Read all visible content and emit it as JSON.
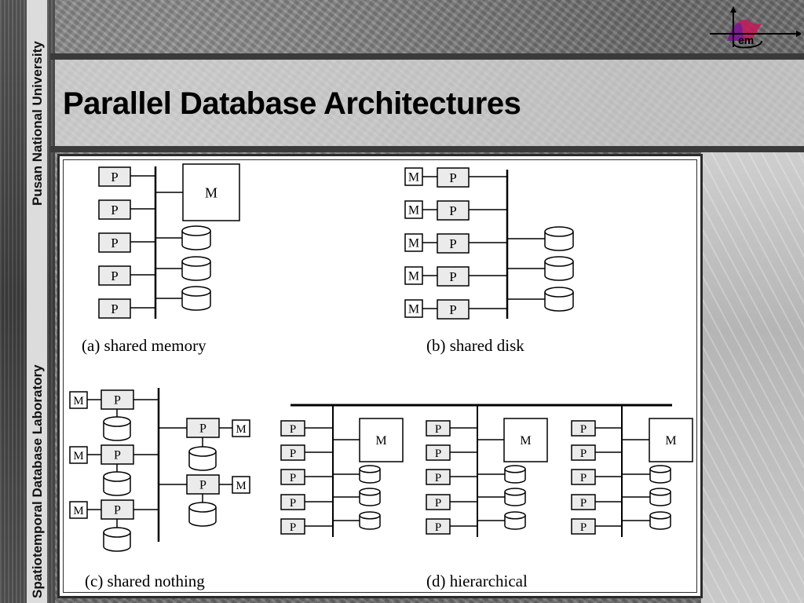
{
  "side": {
    "university": "Pusan National University",
    "lab": "Spatiotemporal Database Laboratory"
  },
  "logo": {
    "text": "em"
  },
  "title": "Parallel Database Architectures",
  "diagram": {
    "processor_label": "P",
    "memory_label": "M",
    "captions": {
      "a": "(a) shared memory",
      "b": "(b) shared disk",
      "c": "(c) shared nothing",
      "d": "(d) hierarchical"
    }
  },
  "colors": {
    "processor_fill": "#ebebeb",
    "logo_accent": "#c2185b",
    "logo_purple": "#6a1b9a"
  }
}
